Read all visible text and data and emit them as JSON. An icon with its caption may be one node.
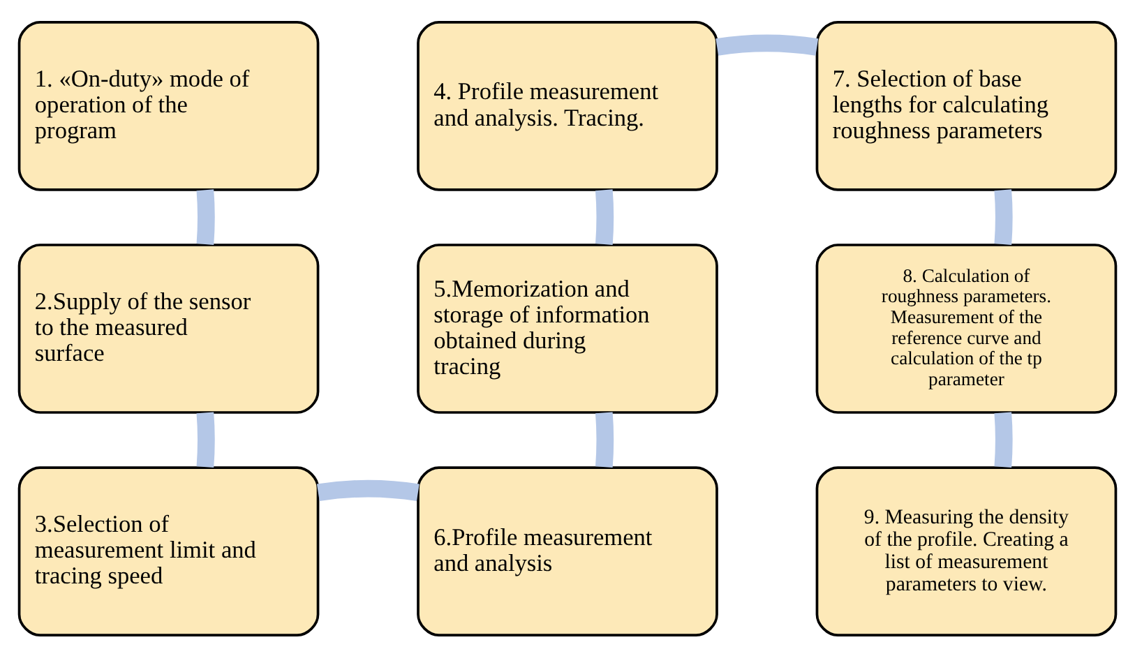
{
  "diagram": {
    "nodes": [
      {
        "text": [
          "1. «On-duty» mode of operation of the program"
        ]
      },
      {
        "text": [
          "2.Supply of the sensor to the measured surface"
        ]
      },
      {
        "text": [
          "3.Selection of measurement limit and tracing speed"
        ]
      },
      {
        "text": [
          "4. Profile measurement and analysis. Tracing."
        ]
      },
      {
        "text": [
          "5.Memorization and storage of information obtained during tracing"
        ]
      },
      {
        "text": [
          "6.Profile measurement and analysis"
        ]
      },
      {
        "text": [
          "7. Selection of base lengths for calculating roughness parameters"
        ]
      },
      {
        "text": [
          "8. Calculation of roughness parameters. Measurement of the reference curve and calculation of the tp parameter"
        ]
      },
      {
        "text": [
          "9. Measuring the density of the profile. Creating a list of measurement parameters to view."
        ]
      }
    ],
    "edges": [
      {
        "from": 0,
        "to": 1,
        "arrow": "none"
      },
      {
        "from": 1,
        "to": 2,
        "arrow": "none"
      },
      {
        "from": 2,
        "to": 5,
        "arrow": "none"
      },
      {
        "from": 5,
        "to": 4,
        "arrow": "none"
      },
      {
        "from": 4,
        "to": 3,
        "arrow": "none"
      },
      {
        "from": 3,
        "to": 6,
        "arrow": "none"
      },
      {
        "from": 6,
        "to": 7,
        "arrow": "none"
      },
      {
        "from": 7,
        "to": 8,
        "arrow": "none"
      }
    ]
  }
}
